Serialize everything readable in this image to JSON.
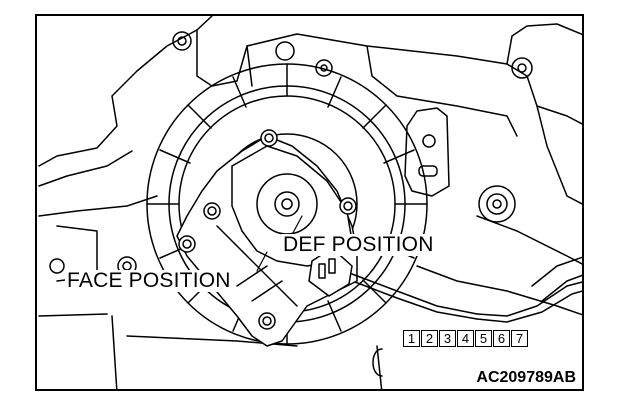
{
  "labels": {
    "def_position": "DEF POSITION",
    "face_position": "FACE POSITION"
  },
  "connector": {
    "pins": [
      "1",
      "2",
      "3",
      "4",
      "5",
      "6",
      "7"
    ]
  },
  "figure_code": "AC209789AB",
  "colors": {
    "line": "#000000",
    "background": "#ffffff"
  }
}
